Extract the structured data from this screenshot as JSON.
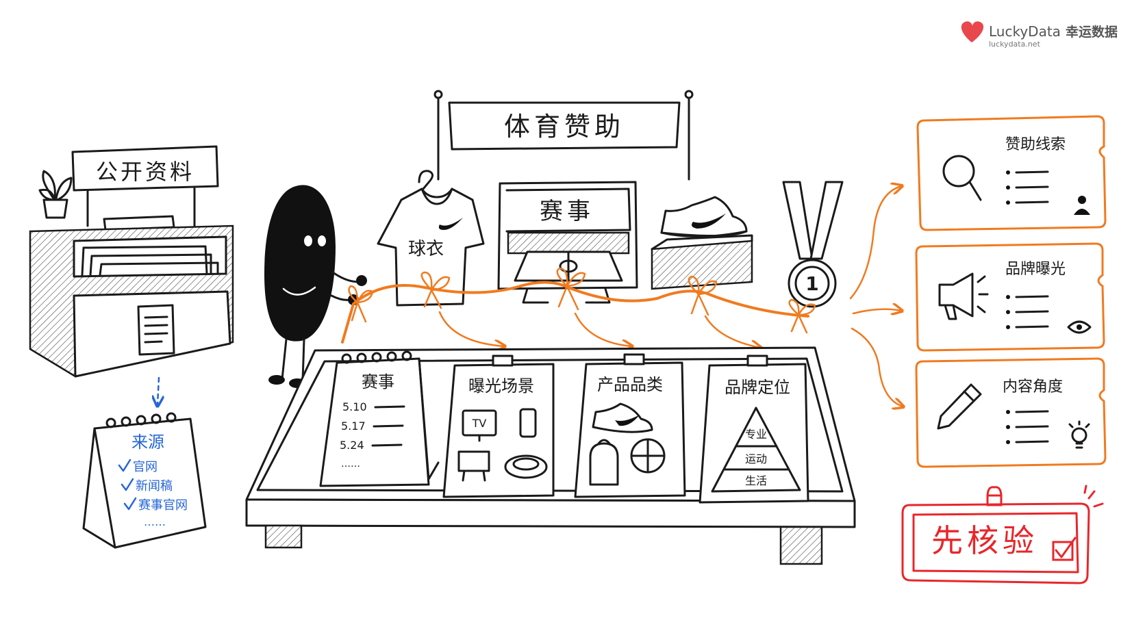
{
  "brand": {
    "name": "LuckyData",
    "name_cn": "幸运数据",
    "url": "luckydata.net",
    "color": "#e8474d"
  },
  "banner": {
    "title": "体育赞助"
  },
  "public_info": {
    "sign": "公开资料",
    "sources_title": "来源",
    "sources": [
      "官网",
      "新闻稿",
      "赛事官网"
    ],
    "more": "……"
  },
  "props": {
    "jersey_label": "球衣",
    "screen_label": "赛事",
    "medal_number": "1"
  },
  "boards": [
    {
      "title": "赛事",
      "dates": [
        "5.10",
        "5.17",
        "5.24"
      ],
      "more": "……"
    },
    {
      "title": "曝光场景",
      "tv_label": "TV"
    },
    {
      "title": "产品品类"
    },
    {
      "title": "品牌定位",
      "pyramid": [
        "专业",
        "运动",
        "生活"
      ]
    }
  ],
  "outputs": [
    {
      "title": "赞助线索",
      "icon": "magnifier-icon",
      "badge_icon": "person-icon"
    },
    {
      "title": "品牌曝光",
      "icon": "megaphone-icon",
      "badge_icon": "eye-icon"
    },
    {
      "title": "内容角度",
      "icon": "pencil-icon",
      "badge_icon": "lightbulb-icon"
    }
  ],
  "stamp": {
    "text": "先核验"
  },
  "colors": {
    "accent": "#f07a1f",
    "source_blue": "#2566d8",
    "stamp_red": "#e8262a",
    "ink": "#1a1a1a"
  }
}
